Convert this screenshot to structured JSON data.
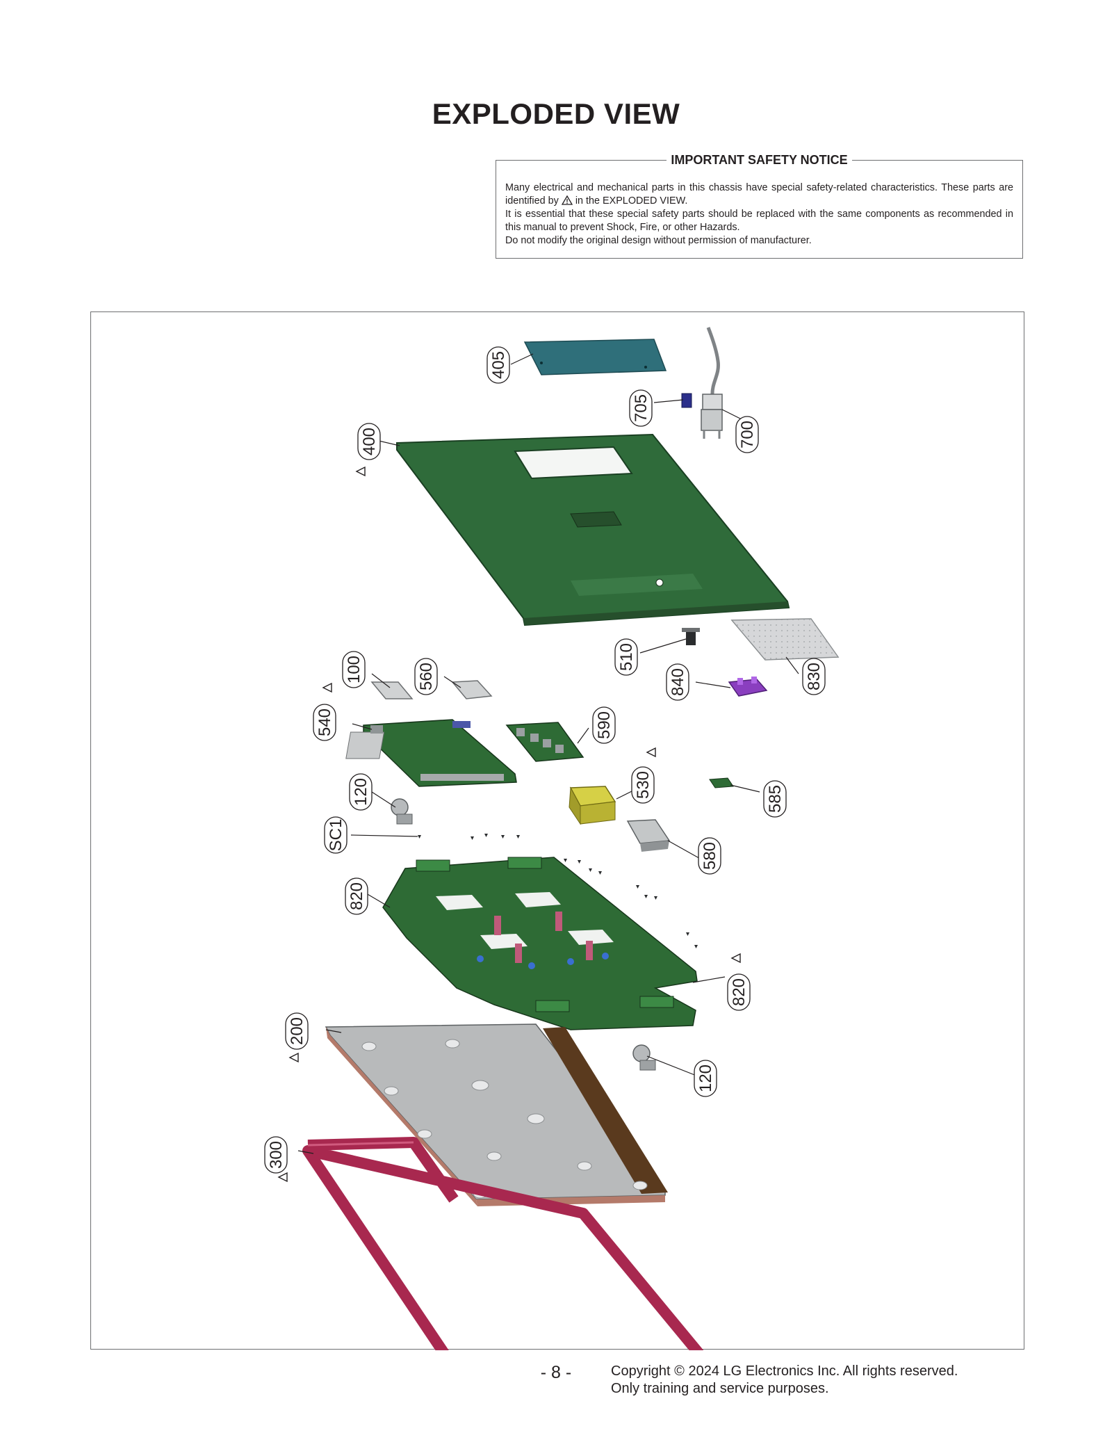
{
  "title": "EXPLODED VIEW",
  "safety_notice": {
    "heading": "IMPORTANT SAFETY NOTICE",
    "line1": "Many electrical and mechanical parts in this chassis have special safety-related characteristics. These parts are identified by",
    "line1_tail": "in the EXPLODED VIEW.",
    "line2": "It is essential that these special safety parts should be replaced with the same components as recommended in this manual to prevent Shock, Fire, or other Hazards.",
    "line3": "Do not modify the original design without permission of manufacturer."
  },
  "parts": [
    {
      "id": "p405",
      "label": "405",
      "safety": false
    },
    {
      "id": "p705",
      "label": "705",
      "safety": false
    },
    {
      "id": "p700",
      "label": "700",
      "safety": false
    },
    {
      "id": "p400",
      "label": "400",
      "safety": true
    },
    {
      "id": "p100",
      "label": "100",
      "safety": false
    },
    {
      "id": "p560",
      "label": "560",
      "safety": false
    },
    {
      "id": "p510",
      "label": "510",
      "safety": false
    },
    {
      "id": "p840",
      "label": "840",
      "safety": false
    },
    {
      "id": "p830",
      "label": "830",
      "safety": false
    },
    {
      "id": "p540",
      "label": "540",
      "safety": true
    },
    {
      "id": "p590",
      "label": "590",
      "safety": false
    },
    {
      "id": "p530",
      "label": "530",
      "safety": true
    },
    {
      "id": "p120a",
      "label": "120",
      "safety": false
    },
    {
      "id": "p585",
      "label": "585",
      "safety": false
    },
    {
      "id": "pSC1",
      "label": "SC1",
      "safety": false
    },
    {
      "id": "p580",
      "label": "580",
      "safety": false
    },
    {
      "id": "p820a",
      "label": "820",
      "safety": false
    },
    {
      "id": "p820b",
      "label": "820",
      "safety": true
    },
    {
      "id": "p200",
      "label": "200",
      "safety": true
    },
    {
      "id": "p120b",
      "label": "120",
      "safety": false
    },
    {
      "id": "p300",
      "label": "300",
      "safety": true
    }
  ],
  "colors": {
    "rear_cover": "#2f6b3a",
    "board_green": "#2e6b35",
    "plate_blue": "#2f6f7a",
    "panel_gray": "#b8babb",
    "frame_red": "#a8284f",
    "yellow": "#c8c23a",
    "purple": "#8a3fbf"
  },
  "footer": {
    "page_number": "- 8 -",
    "copyright_line1": "Copyright © 2024 LG Electronics Inc. All rights reserved.",
    "copyright_line2": "Only training and service purposes."
  }
}
